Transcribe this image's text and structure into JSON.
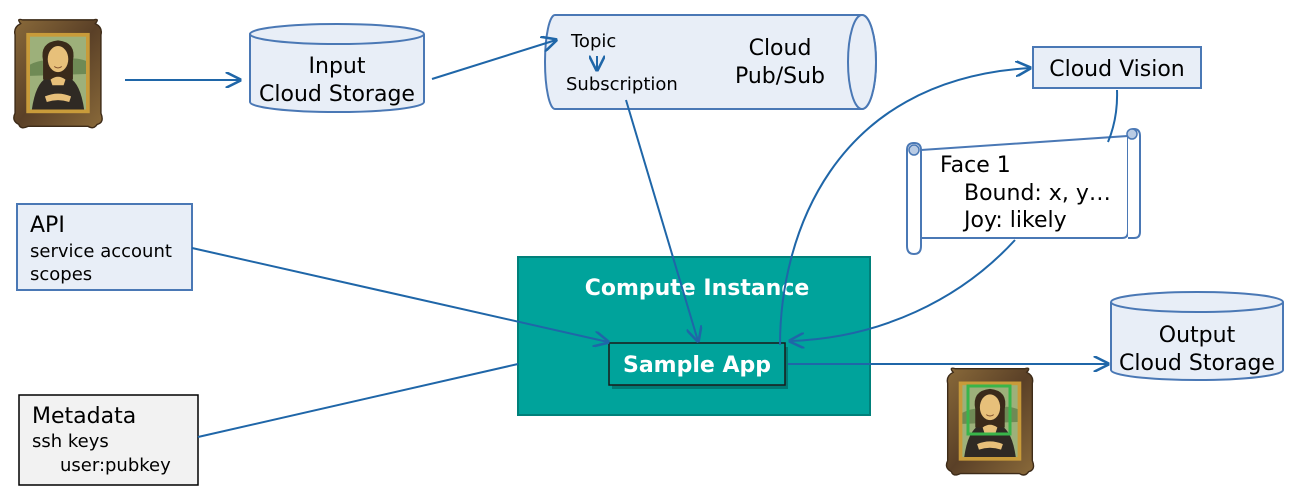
{
  "nodes": {
    "input_storage": {
      "line1": "Input",
      "line2": "Cloud Storage"
    },
    "pubsub": {
      "topic": "Topic",
      "subscription": "Subscription",
      "line1": "Cloud",
      "line2": "Pub/Sub"
    },
    "vision": {
      "label": "Cloud Vision"
    },
    "face_result": {
      "title": "Face 1",
      "line1": "Bound: x, y…",
      "line2": "Joy: likely"
    },
    "api": {
      "title": "API",
      "line1": "service account",
      "line2": "scopes"
    },
    "compute": {
      "title": "Compute Instance"
    },
    "sample_app": {
      "label": "Sample App"
    },
    "output_storage": {
      "line1": "Output",
      "line2": "Cloud Storage"
    },
    "metadata": {
      "title": "Metadata",
      "line1": "ssh keys",
      "line2": "user:pubkey"
    }
  },
  "images": {
    "input_painting": "mona-lisa-painting",
    "output_painting": "mona-lisa-painting-face-detected"
  },
  "colors": {
    "connector": "#1f66a8",
    "box_fill": "#e8eef7",
    "box_stroke": "#4a78b5",
    "compute_fill": "#00a39b",
    "compute_stroke": "#00807a",
    "frame_gold": "#c89b3a",
    "frame_dark": "#6b4b2b",
    "face_box": "#39b54a"
  }
}
